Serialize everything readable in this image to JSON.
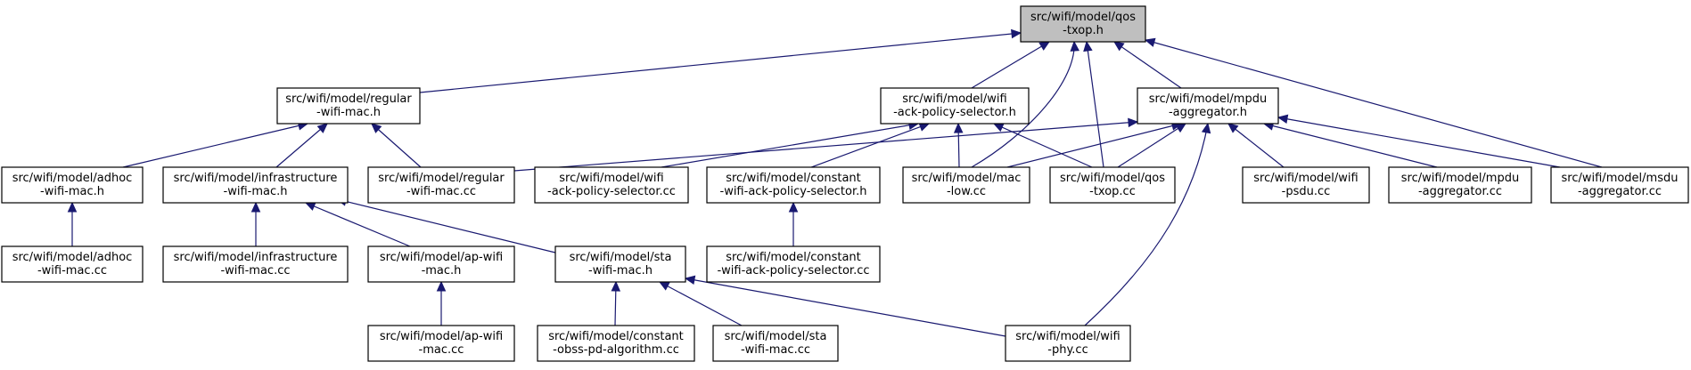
{
  "graph": {
    "colors": {
      "edge": "#191970",
      "root_fill": "#bfbfbf",
      "node_fill": "#ffffff",
      "border": "#000000"
    },
    "nodes": [
      {
        "id": "qos_txop_h",
        "lines": [
          "src/wifi/model/qos",
          "-txop.h"
        ],
        "root": true
      },
      {
        "id": "regular_wifi_mac_h",
        "lines": [
          "src/wifi/model/regular",
          "-wifi-mac.h"
        ]
      },
      {
        "id": "wifi_ack_policy_selector_h",
        "lines": [
          "src/wifi/model/wifi",
          "-ack-policy-selector.h"
        ]
      },
      {
        "id": "mpdu_aggregator_h",
        "lines": [
          "src/wifi/model/mpdu",
          "-aggregator.h"
        ]
      },
      {
        "id": "adhoc_wifi_mac_h",
        "lines": [
          "src/wifi/model/adhoc",
          "-wifi-mac.h"
        ]
      },
      {
        "id": "infrastructure_wifi_mac_h",
        "lines": [
          "src/wifi/model/infrastructure",
          "-wifi-mac.h"
        ]
      },
      {
        "id": "regular_wifi_mac_cc",
        "lines": [
          "src/wifi/model/regular",
          "-wifi-mac.cc"
        ]
      },
      {
        "id": "wifi_ack_policy_selector_cc",
        "lines": [
          "src/wifi/model/wifi",
          "-ack-policy-selector.cc"
        ]
      },
      {
        "id": "constant_wifi_ack_policy_selector_h",
        "lines": [
          "src/wifi/model/constant",
          "-wifi-ack-policy-selector.h"
        ]
      },
      {
        "id": "mac_low_cc",
        "lines": [
          "src/wifi/model/mac",
          "-low.cc"
        ]
      },
      {
        "id": "qos_txop_cc",
        "lines": [
          "src/wifi/model/qos",
          "-txop.cc"
        ]
      },
      {
        "id": "wifi_psdu_cc",
        "lines": [
          "src/wifi/model/wifi",
          "-psdu.cc"
        ]
      },
      {
        "id": "mpdu_aggregator_cc",
        "lines": [
          "src/wifi/model/mpdu",
          "-aggregator.cc"
        ]
      },
      {
        "id": "msdu_aggregator_cc",
        "lines": [
          "src/wifi/model/msdu",
          "-aggregator.cc"
        ]
      },
      {
        "id": "adhoc_wifi_mac_cc",
        "lines": [
          "src/wifi/model/adhoc",
          "-wifi-mac.cc"
        ]
      },
      {
        "id": "infrastructure_wifi_mac_cc",
        "lines": [
          "src/wifi/model/infrastructure",
          "-wifi-mac.cc"
        ]
      },
      {
        "id": "ap_wifi_mac_h",
        "lines": [
          "src/wifi/model/ap-wifi",
          "-mac.h"
        ]
      },
      {
        "id": "sta_wifi_mac_h",
        "lines": [
          "src/wifi/model/sta",
          "-wifi-mac.h"
        ]
      },
      {
        "id": "constant_wifi_ack_policy_selector_cc",
        "lines": [
          "src/wifi/model/constant",
          "-wifi-ack-policy-selector.cc"
        ]
      },
      {
        "id": "ap_wifi_mac_cc",
        "lines": [
          "src/wifi/model/ap-wifi",
          "-mac.cc"
        ]
      },
      {
        "id": "constant_obss_pd_algorithm_cc",
        "lines": [
          "src/wifi/model/constant",
          "-obss-pd-algorithm.cc"
        ]
      },
      {
        "id": "sta_wifi_mac_cc",
        "lines": [
          "src/wifi/model/sta",
          "-wifi-mac.cc"
        ]
      },
      {
        "id": "wifi_phy_cc",
        "lines": [
          "src/wifi/model/wifi",
          "-phy.cc"
        ]
      }
    ],
    "edges": [
      {
        "from": "regular_wifi_mac_h",
        "to": "qos_txop_h"
      },
      {
        "from": "wifi_ack_policy_selector_h",
        "to": "qos_txop_h"
      },
      {
        "from": "mac_low_cc",
        "to": "qos_txop_h"
      },
      {
        "from": "qos_txop_cc",
        "to": "qos_txop_h"
      },
      {
        "from": "mpdu_aggregator_h",
        "to": "qos_txop_h"
      },
      {
        "from": "msdu_aggregator_cc",
        "to": "qos_txop_h"
      },
      {
        "from": "adhoc_wifi_mac_h",
        "to": "regular_wifi_mac_h"
      },
      {
        "from": "infrastructure_wifi_mac_h",
        "to": "regular_wifi_mac_h"
      },
      {
        "from": "regular_wifi_mac_cc",
        "to": "regular_wifi_mac_h"
      },
      {
        "from": "wifi_ack_policy_selector_cc",
        "to": "wifi_ack_policy_selector_h"
      },
      {
        "from": "constant_wifi_ack_policy_selector_h",
        "to": "wifi_ack_policy_selector_h"
      },
      {
        "from": "mac_low_cc",
        "to": "wifi_ack_policy_selector_h"
      },
      {
        "from": "qos_txop_cc",
        "to": "wifi_ack_policy_selector_h"
      },
      {
        "from": "regular_wifi_mac_cc",
        "to": "mpdu_aggregator_h"
      },
      {
        "from": "mac_low_cc",
        "to": "mpdu_aggregator_h"
      },
      {
        "from": "qos_txop_cc",
        "to": "mpdu_aggregator_h"
      },
      {
        "from": "wifi_psdu_cc",
        "to": "mpdu_aggregator_h"
      },
      {
        "from": "mpdu_aggregator_cc",
        "to": "mpdu_aggregator_h"
      },
      {
        "from": "msdu_aggregator_cc",
        "to": "mpdu_aggregator_h"
      },
      {
        "from": "wifi_phy_cc",
        "to": "mpdu_aggregator_h"
      },
      {
        "from": "adhoc_wifi_mac_cc",
        "to": "adhoc_wifi_mac_h"
      },
      {
        "from": "infrastructure_wifi_mac_cc",
        "to": "infrastructure_wifi_mac_h"
      },
      {
        "from": "ap_wifi_mac_h",
        "to": "infrastructure_wifi_mac_h"
      },
      {
        "from": "sta_wifi_mac_h",
        "to": "infrastructure_wifi_mac_h"
      },
      {
        "from": "constant_wifi_ack_policy_selector_cc",
        "to": "constant_wifi_ack_policy_selector_h"
      },
      {
        "from": "ap_wifi_mac_cc",
        "to": "ap_wifi_mac_h"
      },
      {
        "from": "constant_obss_pd_algorithm_cc",
        "to": "sta_wifi_mac_h"
      },
      {
        "from": "sta_wifi_mac_cc",
        "to": "sta_wifi_mac_h"
      },
      {
        "from": "wifi_phy_cc",
        "to": "sta_wifi_mac_h"
      }
    ]
  }
}
